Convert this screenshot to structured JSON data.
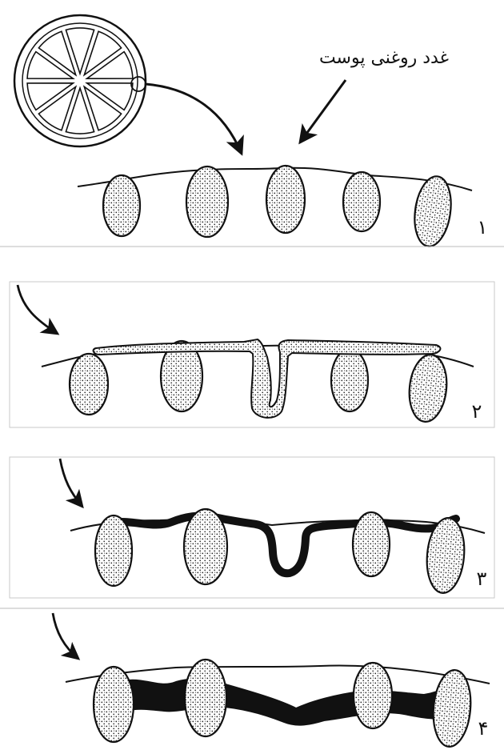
{
  "annotation": {
    "label": "غدد روغنی پوست"
  },
  "panels": [
    {
      "number": "۱"
    },
    {
      "number": "۲"
    },
    {
      "number": "۳"
    },
    {
      "number": "۴"
    }
  ]
}
